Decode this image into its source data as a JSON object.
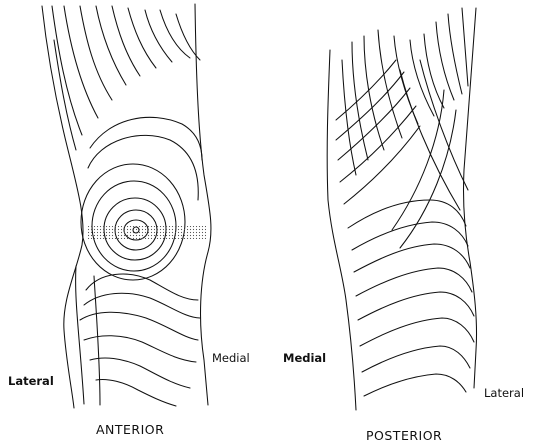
{
  "anterior": {
    "view_label": "ANTERIOR",
    "left_label": "Lateral",
    "right_label": "Medial"
  },
  "posterior": {
    "view_label": "POSTERIOR",
    "left_label": "Medial",
    "right_label": "Lateral"
  },
  "colors": {
    "line": "#111111",
    "background": "#ffffff",
    "stipple": "#555555"
  }
}
